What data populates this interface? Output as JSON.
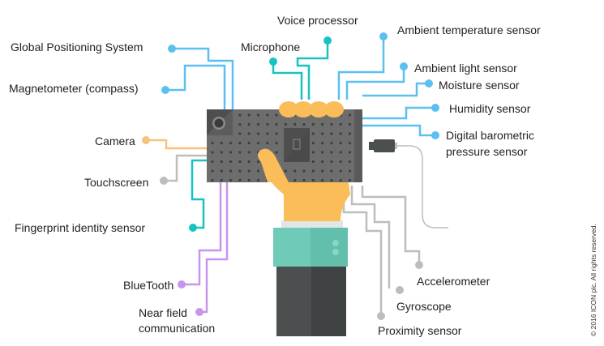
{
  "colors": {
    "blue": "#5bc0ef",
    "teal": "#19c2c2",
    "orange": "#f7c27a",
    "gray_wire": "#bdbdbd",
    "purple": "#c795ee",
    "phone": "#6d6d6d",
    "phone_dark": "#4e4e4e",
    "hand": "#fbbd5a",
    "cuff": "#6fcbb8",
    "sleeve": "#4b4f50"
  },
  "labels": {
    "gps": "Global Positioning System",
    "magnetometer": "Magnetometer (compass)",
    "microphone": "Microphone",
    "voice_processor": "Voice processor",
    "ambient_temperature": "Ambient temperature sensor",
    "ambient_light": "Ambient light sensor",
    "moisture": "Moisture sensor",
    "humidity": "Humidity sensor",
    "barometric_line1": "Digital barometric",
    "barometric_line2": "pressure sensor",
    "camera": "Camera",
    "touchscreen": "Touchscreen",
    "fingerprint": "Fingerprint identity sensor",
    "bluetooth": "BlueTooth",
    "nfc_line1": "Near field",
    "nfc_line2": "communication",
    "accelerometer": "Accelerometer",
    "gyroscope": "Gyroscope",
    "proximity": "Proximity sensor"
  },
  "copyright": "© 2016 ICON plc. All rights reserved."
}
